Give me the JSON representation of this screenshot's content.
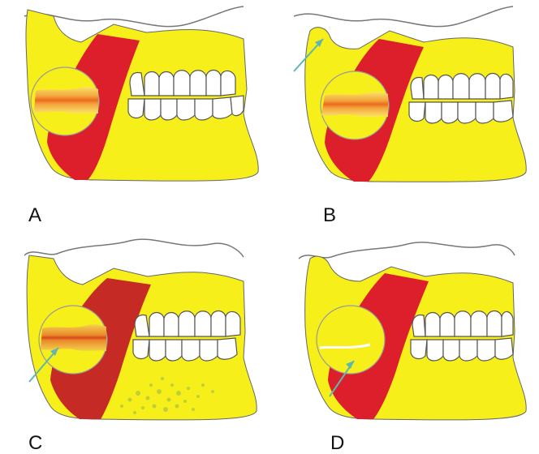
{
  "figure": {
    "panels": [
      {
        "label": "A"
      },
      {
        "label": "B"
      },
      {
        "label": "C"
      },
      {
        "label": "D"
      }
    ]
  },
  "colors": {
    "bone_yellow": "#f7ef1a",
    "muscle_red": "#dd1e2b",
    "outline": "#5a5a5a",
    "arrow_teal": "#5fb7b0",
    "lesion_orange": "#f08a2a",
    "texture_green": "#9dba4a"
  }
}
